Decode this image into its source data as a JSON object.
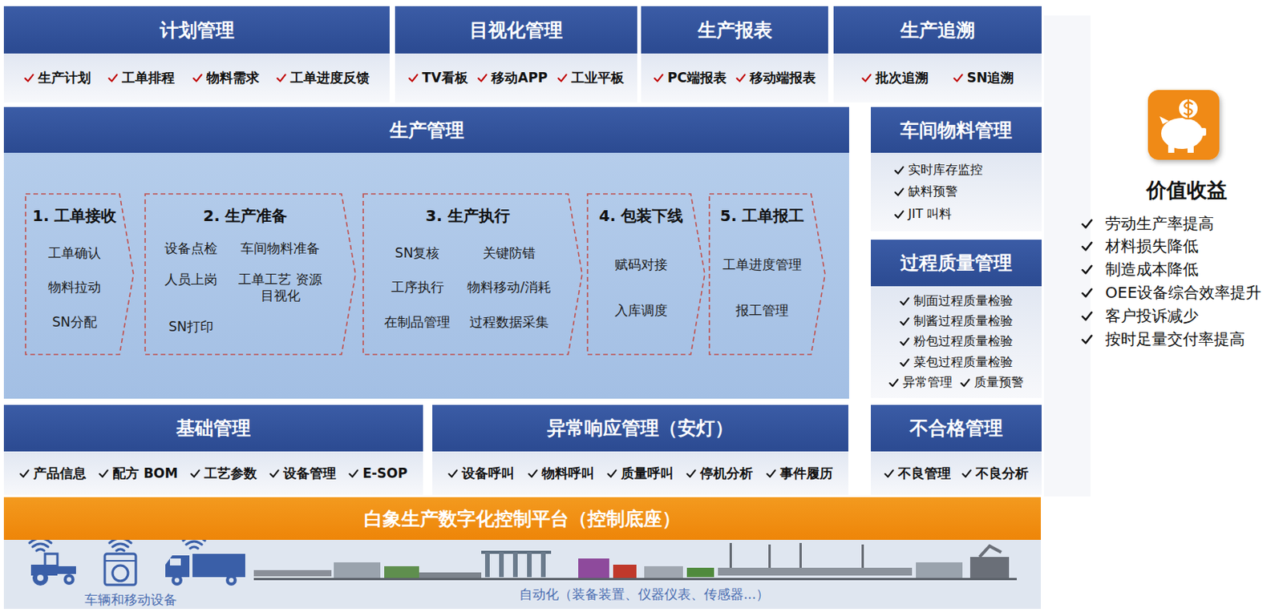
{
  "diagram": {
    "nodes": [
      {
        "text": [
          "计划管理",
          "生产计划",
          "工单排程",
          "物料需求",
          "工单进度反馈"
        ]
      },
      {
        "text": [
          "目视化管理",
          "TV看板",
          "移动APP",
          "工业平板"
        ]
      },
      {
        "text": [
          "生产报表",
          "PC端报表",
          "移动端报表"
        ]
      },
      {
        "text": [
          "生产追溯",
          "批次追溯",
          "SN追溯"
        ]
      },
      {
        "text": [
          "生产管理"
        ]
      },
      {
        "text": [
          "1. 工单接收",
          "工单确认",
          "物料拉动",
          "SN分配"
        ],
        "in": 4
      },
      {
        "text": [
          "2. 生产准备",
          "设备点检",
          "车间物料准备",
          "人员上岗",
          "工单工艺 资源目视化",
          "SN打印"
        ],
        "in": 4
      },
      {
        "text": [
          "3. 生产执行",
          "SN复核",
          "关键防错",
          "工序执行",
          "物料移动/消耗",
          "在制品管理",
          "过程数据采集"
        ],
        "in": 4
      },
      {
        "text": [
          "4. 包装下线",
          "赋码对接",
          "入库调度"
        ],
        "in": 4
      },
      {
        "text": [
          "5. 工单报工",
          "工单进度管理",
          "报工管理"
        ],
        "in": 4
      },
      {
        "text": [
          "车间物料管理",
          "实时库存监控",
          "缺料预警",
          "JIT 叫料"
        ]
      },
      {
        "text": [
          "过程质量管理",
          "制面过程质量检验",
          "制酱过程质量检验",
          "粉包过程质量检验",
          "菜包过程质量检验",
          "异常管理",
          "质量预警"
        ]
      },
      {
        "text": [
          "基础管理",
          "产品信息",
          "配方 BOM",
          "工艺参数",
          "设备管理",
          "E-SOP"
        ]
      },
      {
        "text": [
          "异常响应管理（安灯）",
          "设备呼叫",
          "物料呼叫",
          "质量呼叫",
          "停机分析",
          "事件履历"
        ]
      },
      {
        "text": [
          "不合格管理",
          "不良管理",
          "不良分析"
        ]
      },
      {
        "text": [
          "白象生产数字化控制平台（控制底座）"
        ]
      }
    ],
    "labels": [
      "价值收益",
      "劳动生产率提高",
      "材料损失降低",
      "制造成本降低",
      "OEE设备综合效率提升",
      "客户投诉减少",
      "按时足量交付率提高",
      "车辆和移动设备",
      "自动化（装备装置、仪器仪表、传感器...）"
    ]
  }
}
